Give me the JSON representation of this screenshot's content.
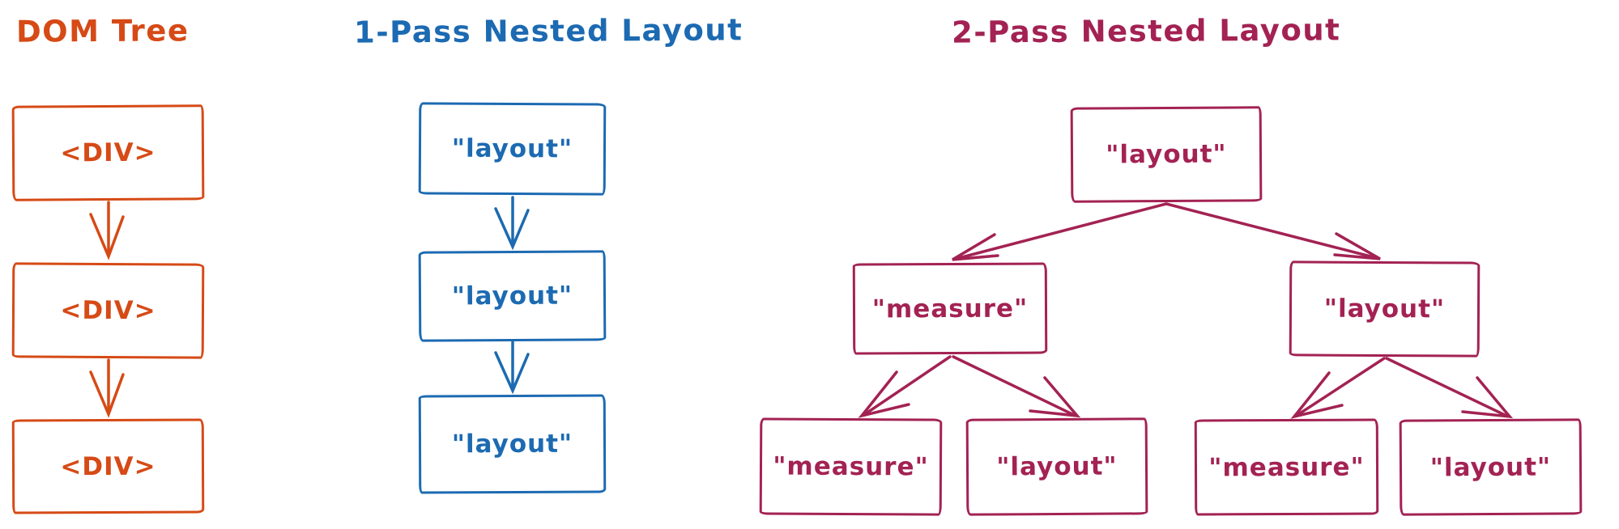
{
  "colors": {
    "dom": "#d64a16",
    "one_pass": "#1c6ab2",
    "two_pass": "#a32253",
    "background": "#ffffff"
  },
  "diagrams": {
    "dom": {
      "title": "DOM Tree",
      "nodes": {
        "n1": "<DIV>",
        "n2": "<DIV>",
        "n3": "<DIV>"
      },
      "edges": [
        "n1->n2",
        "n2->n3"
      ]
    },
    "one_pass": {
      "title": "1-Pass Nested Layout",
      "nodes": {
        "n1": "\"layout\"",
        "n2": "\"layout\"",
        "n3": "\"layout\""
      },
      "edges": [
        "n1->n2",
        "n2->n3"
      ]
    },
    "two_pass": {
      "title": "2-Pass Nested Layout",
      "nodes": {
        "root": "\"layout\"",
        "l2_left": "\"measure\"",
        "l2_right": "\"layout\"",
        "l3_1": "\"measure\"",
        "l3_2": "\"layout\"",
        "l3_3": "\"measure\"",
        "l3_4": "\"layout\""
      },
      "edges": [
        "root->l2_left",
        "root->l2_right",
        "l2_left->l3_1",
        "l2_left->l3_2",
        "l2_right->l3_3",
        "l2_right->l3_4"
      ]
    }
  }
}
